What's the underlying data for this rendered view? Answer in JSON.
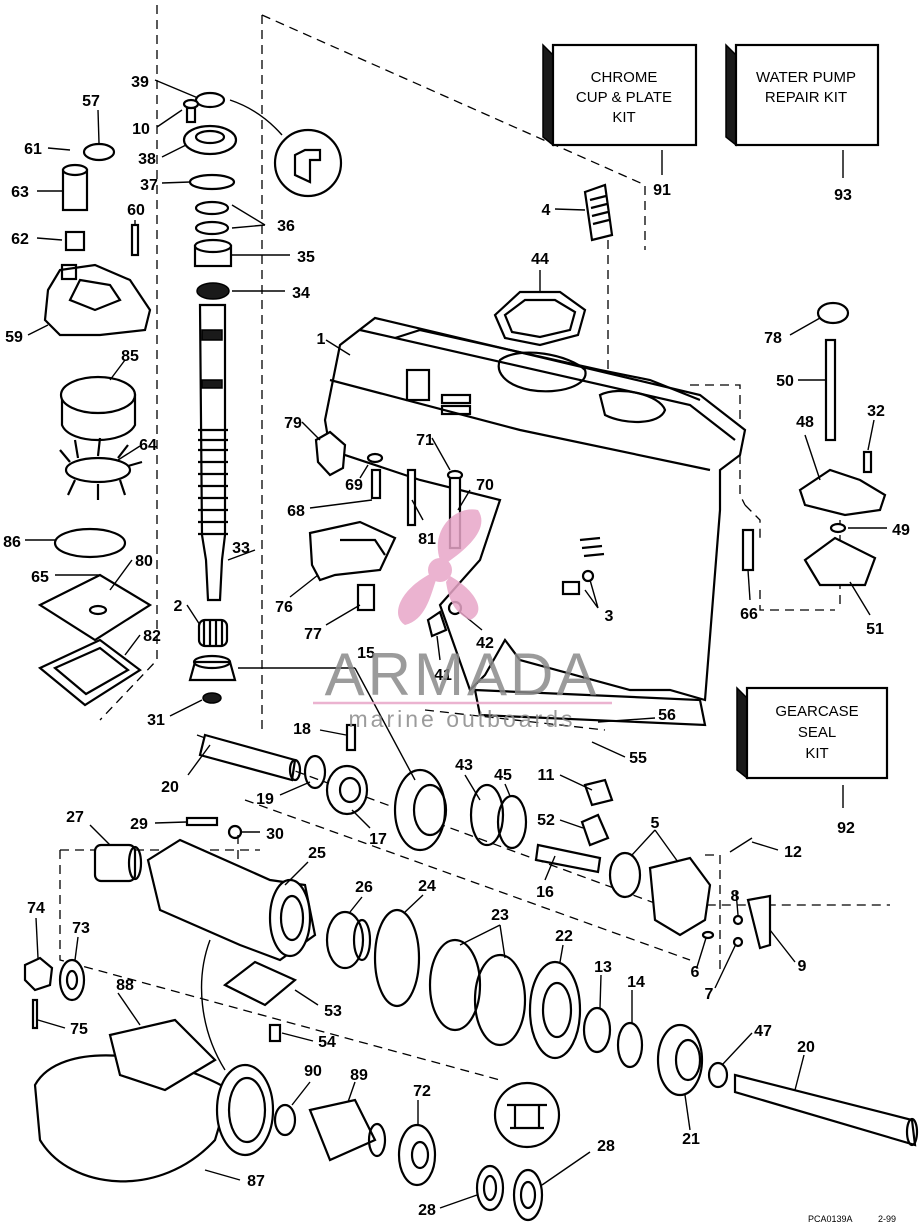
{
  "kits": {
    "chrome": {
      "line1": "CHROME",
      "line2": "CUP & PLATE",
      "line3": "KIT",
      "number": "91"
    },
    "waterpump": {
      "line1": "WATER PUMP",
      "line2": "REPAIR KIT",
      "number": "93"
    },
    "gearcase": {
      "line1": "GEARCASE",
      "line2": "SEAL",
      "line3": "KIT",
      "number": "92"
    }
  },
  "watermark": {
    "name": "ARMADA",
    "tagline": "marine outboards",
    "color": "#e8a6c8"
  },
  "footer": {
    "code": "PCA0139A",
    "date": "2-99"
  },
  "callouts": [
    "39",
    "57",
    "10",
    "61",
    "38",
    "37",
    "63",
    "36",
    "60",
    "35",
    "62",
    "34",
    "59",
    "1",
    "85",
    "79",
    "64",
    "69",
    "71",
    "70",
    "68",
    "86",
    "33",
    "81",
    "80",
    "65",
    "76",
    "2",
    "77",
    "82",
    "15",
    "31",
    "18",
    "20",
    "19",
    "17",
    "27",
    "29",
    "30",
    "25",
    "26",
    "24",
    "23",
    "22",
    "74",
    "73",
    "88",
    "53",
    "54",
    "75",
    "13",
    "14",
    "90",
    "89",
    "72",
    "87",
    "28",
    "28",
    "43",
    "45",
    "11",
    "52",
    "16",
    "5",
    "12",
    "8",
    "9",
    "6",
    "7",
    "47",
    "20",
    "21",
    "56",
    "55",
    "41",
    "42",
    "3",
    "66",
    "4",
    "44",
    "78",
    "50",
    "32",
    "48",
    "49",
    "51"
  ]
}
